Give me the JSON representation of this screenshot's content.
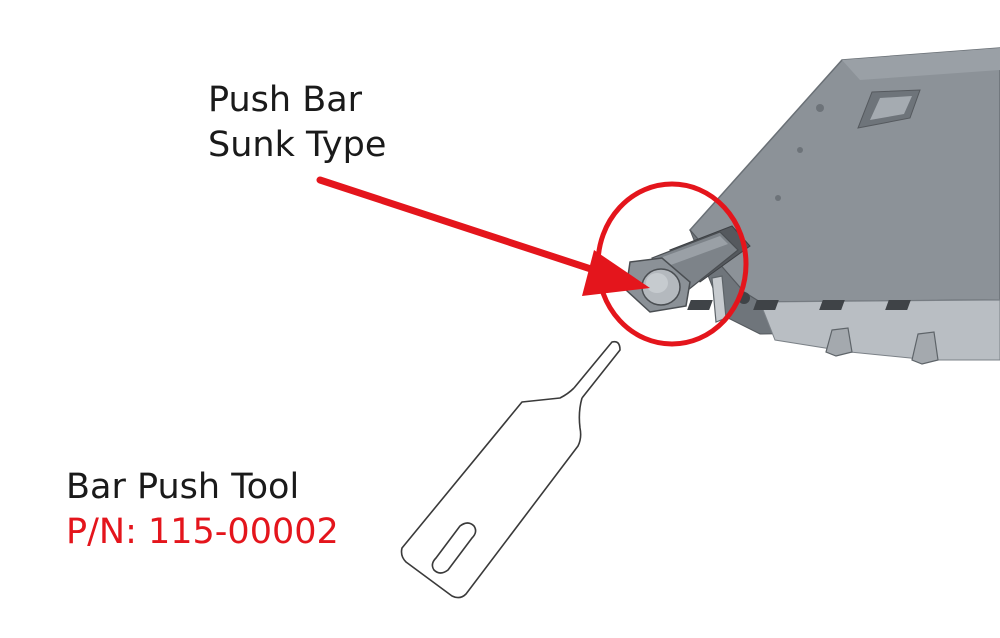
{
  "callout_push_bar": {
    "line1": "Push Bar",
    "line2": "Sunk Type"
  },
  "callout_tool": {
    "line1": "Bar Push Tool",
    "line2": "P/N: 115-00002"
  },
  "colors": {
    "accent": "#e4151c",
    "text": "#1a1a1a",
    "housing": "#8a9096",
    "housing_dark": "#5e6469"
  }
}
